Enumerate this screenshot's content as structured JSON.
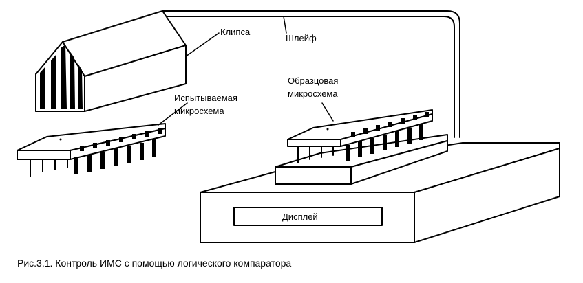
{
  "labels": {
    "clip": "Клипса",
    "cable": "Шлейф",
    "test_chip_line1": "Испытываемая",
    "test_chip_line2": "микросхема",
    "ref_chip_line1": "Образцовая",
    "ref_chip_line2": "микросхема",
    "display": "Дисплей"
  },
  "caption": "Рис.3.1. Контроль ИМС с помощью логического компаратора"
}
